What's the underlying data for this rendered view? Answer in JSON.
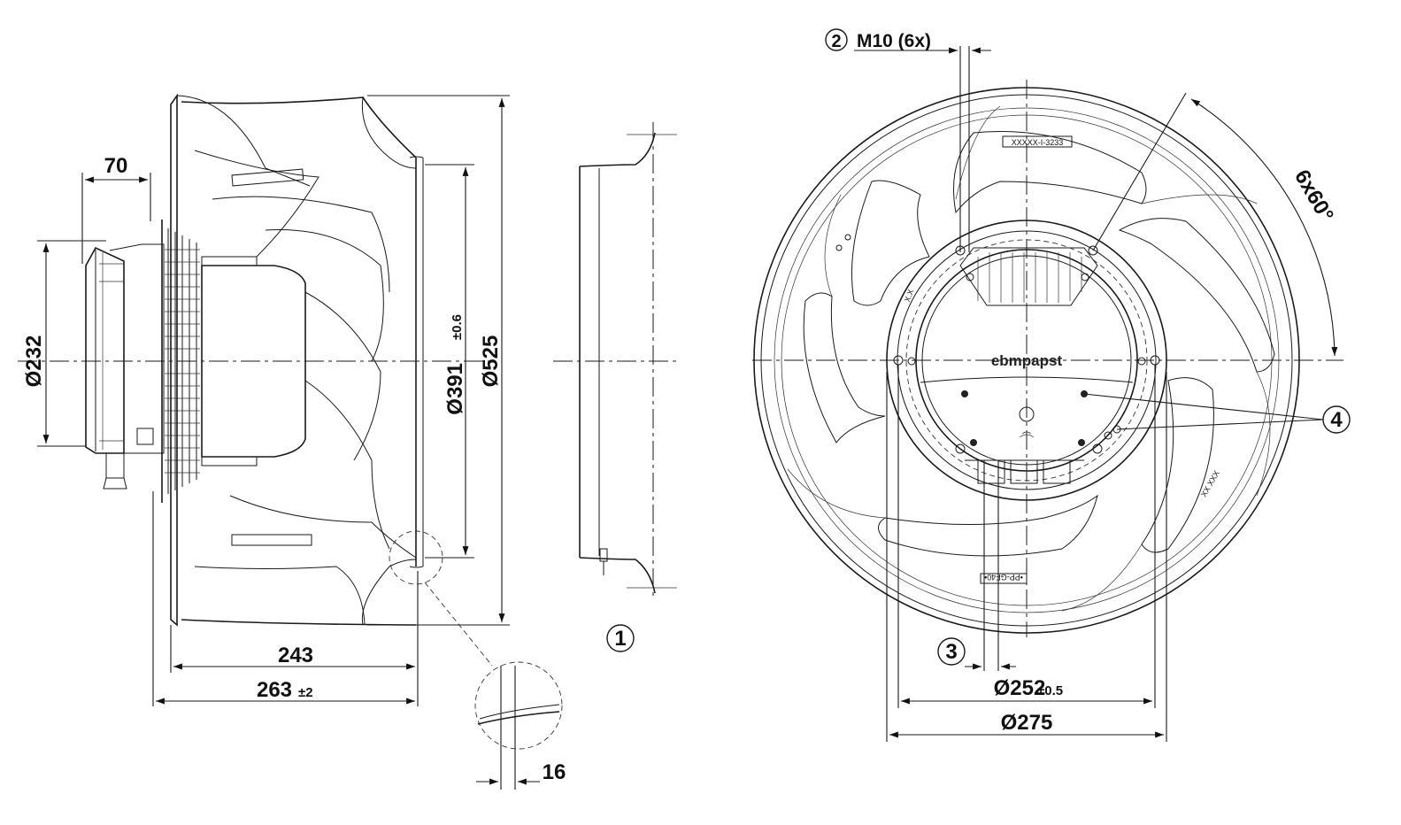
{
  "dimensions": {
    "d232": "Ø232",
    "d70": "70",
    "d243": "243",
    "d263": "263",
    "d263_tol": "±2",
    "d391": "Ø391",
    "d391_tol": "±0.6",
    "d525": "Ø525",
    "d16": "16",
    "m10": "M10 (6x)",
    "angle": "6x60°",
    "d252": "Ø252",
    "d252_tol": "±0.5",
    "d275": "Ø275"
  },
  "callouts": {
    "c1": "1",
    "c2": "2",
    "c3": "3",
    "c4": "4"
  },
  "labels": {
    "brand": "ebmpapst",
    "part_top": "XXXXX-I-3233",
    "part_bottom": "•PP-GF40•",
    "part_right": "XX XXX",
    "part_left": "X.X"
  }
}
